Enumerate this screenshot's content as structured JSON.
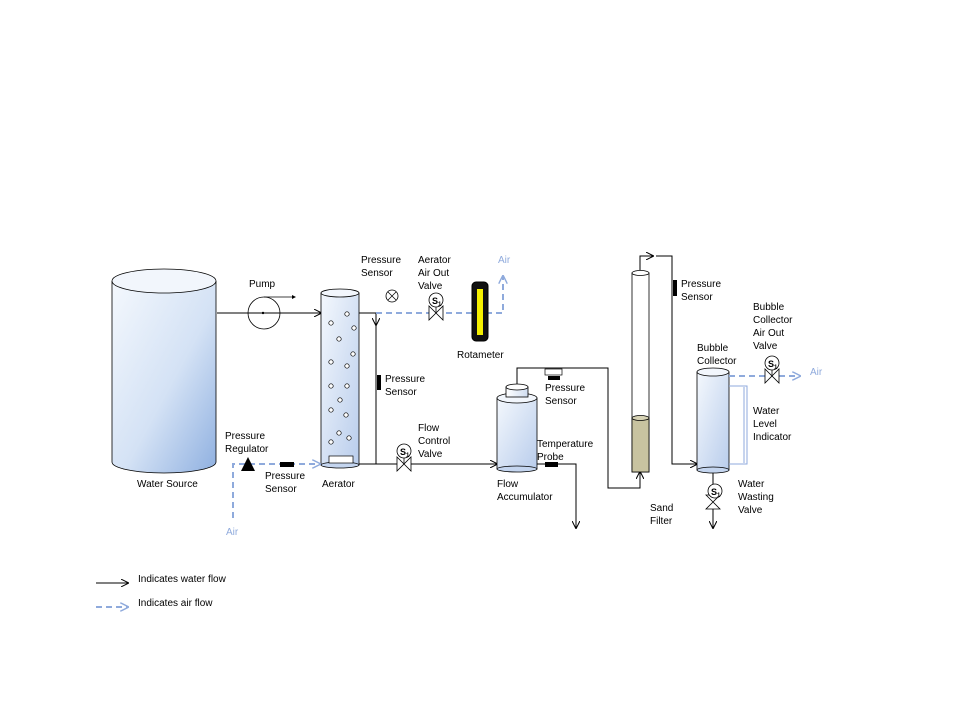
{
  "labels": {
    "water_source": "Water Source",
    "pump": "Pump",
    "aerator": "Aerator",
    "pressure_sensor": "Pressure",
    "sensor_word": "Sensor",
    "aerator_air_out_valve": [
      "Aerator",
      "Air Out",
      "Valve"
    ],
    "air": "Air",
    "rotameter": "Rotameter",
    "pressure_regulator": [
      "Pressure",
      "Regulator"
    ],
    "flow_control_valve": [
      "Flow",
      "Control",
      "Valve"
    ],
    "flow_accumulator": [
      "Flow",
      "Accumulator"
    ],
    "temperature_probe": [
      "Temperature",
      "Probe"
    ],
    "sand_filter": [
      "Sand",
      "Filter"
    ],
    "bubble_collector": [
      "Bubble",
      "Collector"
    ],
    "bubble_collector_air_out_valve": [
      "Bubble",
      "Collector",
      "Air Out",
      "Valve"
    ],
    "water_level_indicator": [
      "Water",
      "Level",
      "Indicator"
    ],
    "water_wasting_valve": [
      "Water",
      "Wasting",
      "Valve"
    ],
    "valve_symbol": "S",
    "valve_subscript": "1"
  },
  "legend": {
    "water_flow": "Indicates water flow",
    "air_flow": "Indicates air flow"
  },
  "colors": {
    "air_flow": "#8faadc",
    "water_flow": "#000000",
    "tank_fill_light": "#eaf1fb",
    "tank_fill_dark": "#8fb0e0",
    "sand_fill": "#c8c3a0",
    "rotameter_indicator": "#f5f000"
  },
  "icons": [
    "pump-icon",
    "pressure-gauge-icon",
    "solenoid-valve-icon",
    "pressure-regulator-icon",
    "pressure-sensor-icon",
    "arrow-icon"
  ]
}
